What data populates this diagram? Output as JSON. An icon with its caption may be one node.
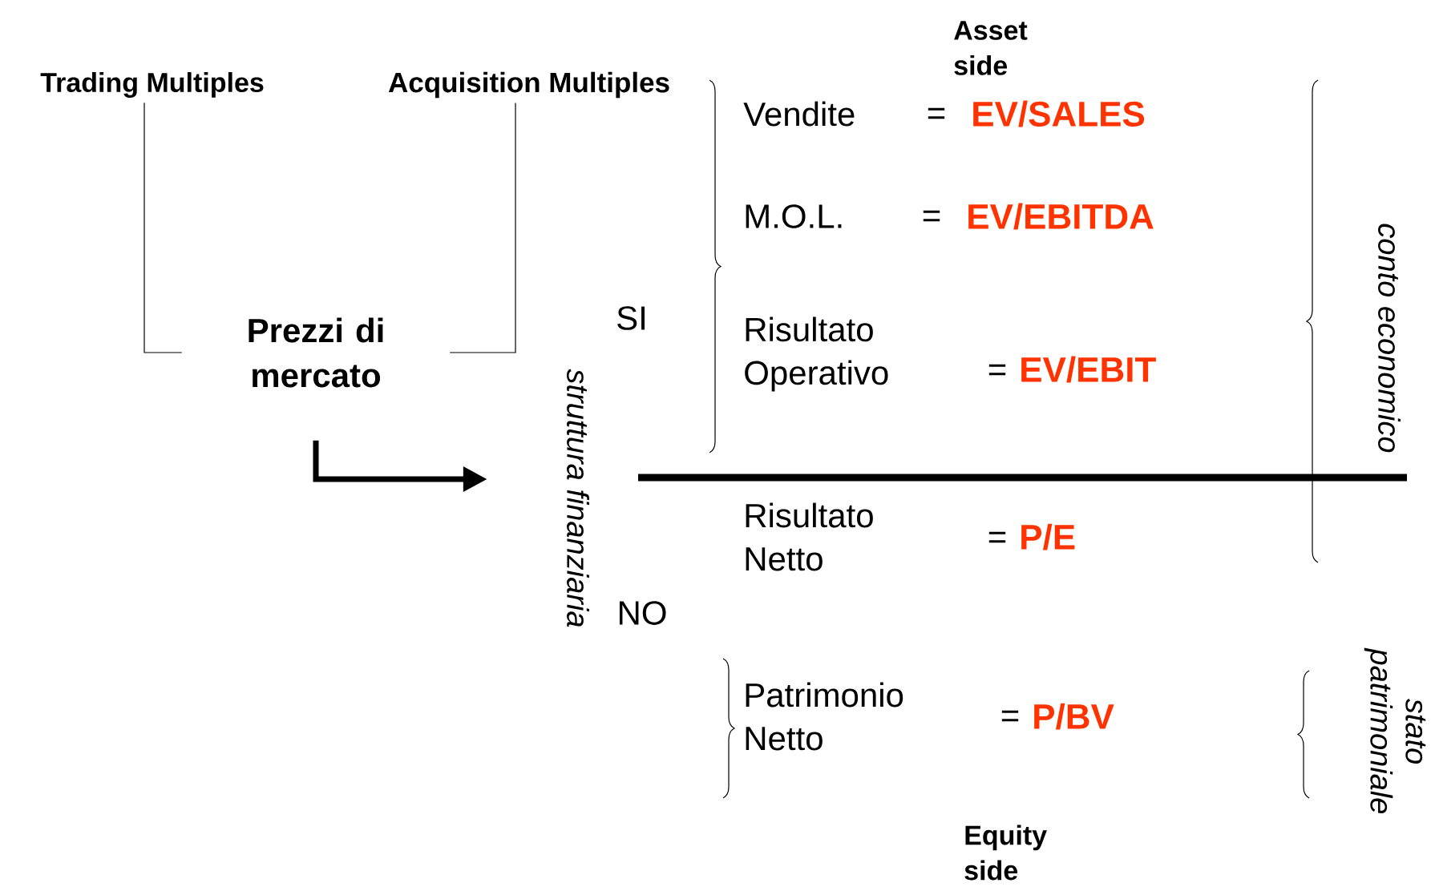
{
  "diagram": {
    "nodes": [
      {
        "text": [
          "Trading Multiples"
        ]
      },
      {
        "text": [
          "Acquisition Multiples"
        ]
      },
      {
        "text": [
          "Prezzi di mercato"
        ]
      },
      {
        "text": [
          "struttura finanziaria"
        ]
      }
    ],
    "edges": [
      {
        "from": 0,
        "to": 2,
        "arrow": "none"
      },
      {
        "from": 1,
        "to": 2,
        "arrow": "none"
      },
      {
        "from": 2,
        "to": 3,
        "arrow": "to",
        "style": "thick"
      }
    ],
    "labels": [
      "Asset side",
      "SI",
      "Vendite",
      "=",
      "EV/SALES",
      "M.O.L.",
      "=",
      "EV/EBITDA",
      "Risultato Operativo",
      "=",
      "EV/EBIT",
      "conto economico",
      "Risultato Netto",
      "=",
      "P/E",
      "NO",
      "Patrimonio Netto",
      "=",
      "P/BV",
      "stato patrimoniale",
      "Equity side"
    ]
  }
}
